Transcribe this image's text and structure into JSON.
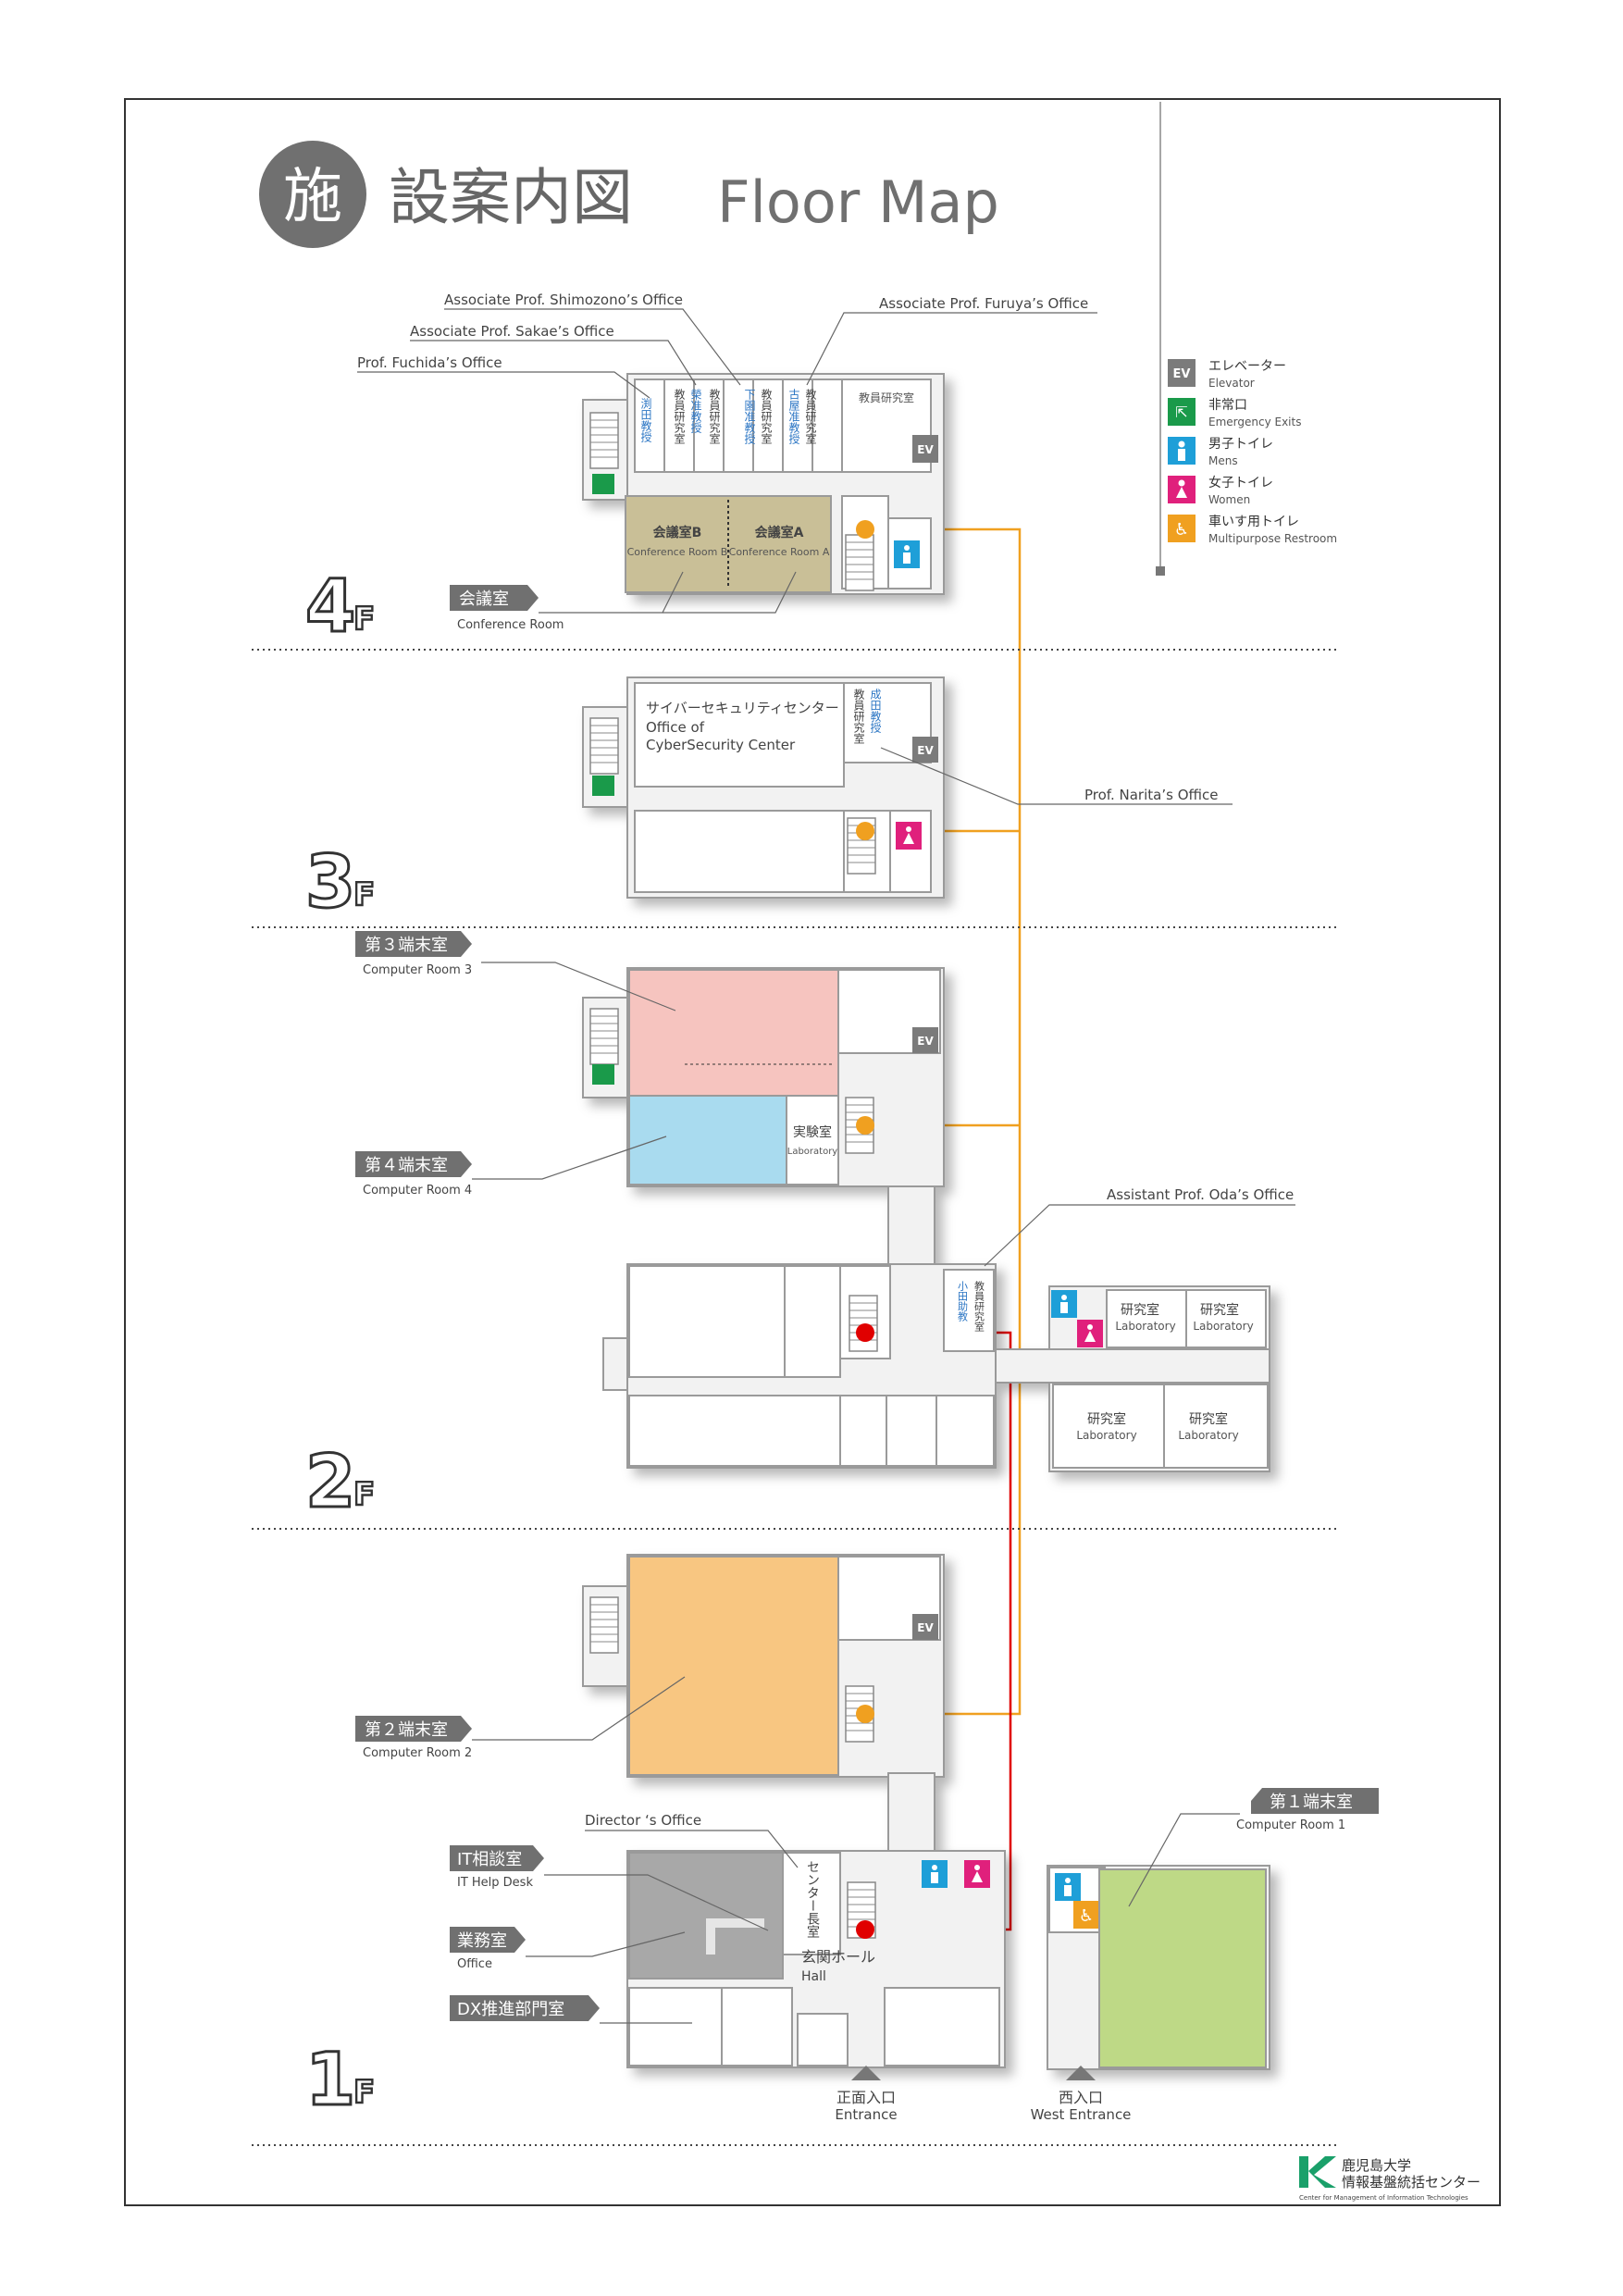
{
  "title": {
    "kanji_circle": "施",
    "kanji": "設案内図",
    "english": "Floor Map"
  },
  "legend": [
    {
      "icon": "EV",
      "icon_name": "elevator-icon",
      "color": "#7b7b7b",
      "ja": "エレベーター",
      "en": "Elevator"
    },
    {
      "icon": "exit",
      "icon_name": "emergency-exit-icon",
      "color": "#1a9a4a",
      "ja": "非常口",
      "en": "Emergency Exits"
    },
    {
      "icon": "men",
      "icon_name": "mens-restroom-icon",
      "color": "#1e9fd8",
      "ja": "男子トイレ",
      "en": "Mens"
    },
    {
      "icon": "women",
      "icon_name": "womens-restroom-icon",
      "color": "#e0207c",
      "ja": "女子トイレ",
      "en": "Women"
    },
    {
      "icon": "wheelchair",
      "icon_name": "multipurpose-restroom-icon",
      "color": "#f0a020",
      "ja": "車いす用トイレ",
      "en": "Multipurpose Restroom"
    }
  ],
  "floors": {
    "f4": {
      "label": "4",
      "suffix": "F",
      "callouts": {
        "shimozono": "Associate Prof. Shimozono’s Office",
        "sakae": "Associate Prof. Sakae’s Office",
        "fuchida": "Prof. Fuchida’s Office",
        "furuya": "Associate Prof. Furuya’s Office"
      },
      "rooms": {
        "staff_room": "教員研究室",
        "conf_b_ja": "会議室B",
        "conf_b_en": "Conference Room B",
        "conf_a_ja": "会議室A",
        "conf_a_en": "Conference Room A"
      },
      "vertical_rooms": {
        "fuchida": "渕田教授",
        "staff1": "教員研究室",
        "sakae": "榮准教授",
        "staff2": "教員研究室",
        "shimozono": "下園准教授",
        "staff3": "教員研究室",
        "furuya": "古屋准教授",
        "staff4": "教員研究室"
      },
      "tag_ja": "会議室",
      "tag_en": "Conference Room"
    },
    "f3": {
      "label": "3",
      "suffix": "F",
      "rooms": {
        "cyber_ja": "サイバーセキュリティセンター",
        "cyber_en1": "Office of",
        "cyber_en2": "CyberSecurity Center"
      },
      "vertical_rooms": {
        "narita": "成田教授",
        "staff": "教員研究室"
      },
      "callout_narita": "Prof. Narita’s Office"
    },
    "f2": {
      "label": "2",
      "suffix": "F",
      "tag_cr3_ja": "第３端末室",
      "tag_cr3_en": "Computer Room 3",
      "tag_cr4_ja": "第４端末室",
      "tag_cr4_en": "Computer Room 4",
      "lab_ja": "実験室",
      "lab_en": "Laboratory",
      "callout_oda": "Assistant Prof. Oda’s Office",
      "vertical_rooms": {
        "oda": "小田助教",
        "staff": "教員研究室"
      },
      "labs": [
        {
          "ja": "研究室",
          "en": "Laboratory"
        },
        {
          "ja": "研究室",
          "en": "Laboratory"
        },
        {
          "ja": "研究室",
          "en": "Laboratory"
        },
        {
          "ja": "研究室",
          "en": "Laboratory"
        }
      ]
    },
    "f1": {
      "label": "1",
      "suffix": "F",
      "tag_cr2_ja": "第２端末室",
      "tag_cr2_en": "Computer Room 2",
      "tag_cr1_ja": "第１端末室",
      "tag_cr1_en": "Computer Room 1",
      "callout_director": "Director ‘s Office",
      "director_room": "センター長室",
      "tag_it_ja": "IT相談室",
      "tag_it_en": "IT Help Desk",
      "tag_office_ja": "業務室",
      "tag_office_en": "Office",
      "tag_dx_ja": "DX推進部門室",
      "hall_ja": "玄関ホール",
      "hall_en": "Hall",
      "entrance_ja": "正面入口",
      "entrance_en": "Entrance",
      "west_ja": "西入口",
      "west_en": "West Entrance"
    }
  },
  "ev_label": "EV",
  "footer": {
    "org_ja1": "鹿児島大学",
    "org_ja2": "情報基盤統括センター",
    "org_en": "Center for Management of Information Technologies"
  },
  "colors": {
    "conference": "#c9bf97",
    "cr3": "#f6c4bf",
    "cr4": "#a9dbef",
    "cr2": "#f8c681",
    "cr1": "#bed986",
    "itdesk": "#a8a8a8",
    "elevator_route": "#f0a020",
    "stair_route": "#e00000"
  }
}
